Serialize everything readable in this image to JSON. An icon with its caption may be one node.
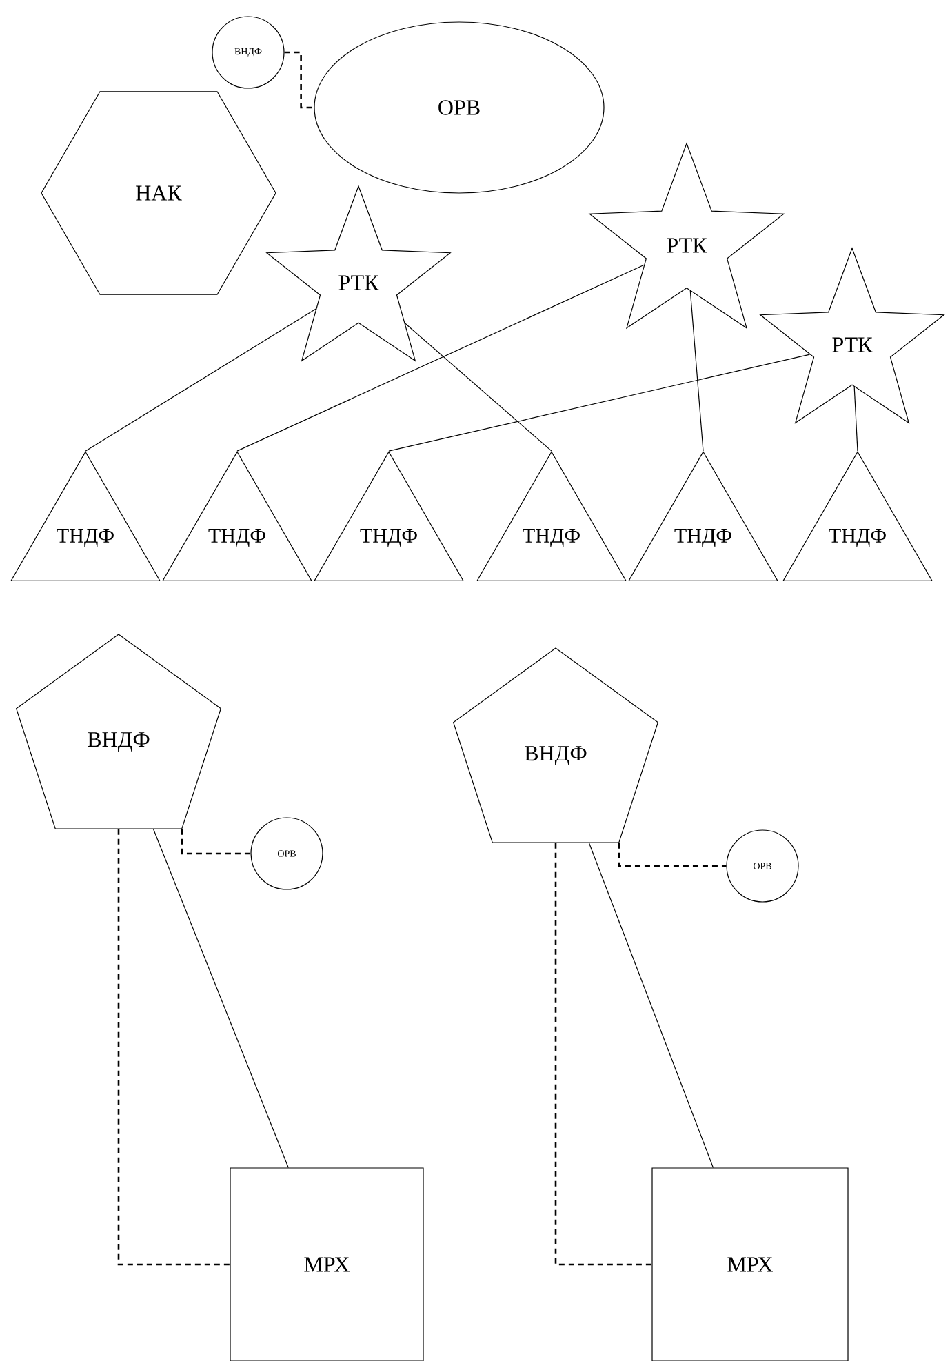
{
  "diagram": {
    "nodes": [
      {
        "text": [
          "ВНДФ"
        ]
      },
      {
        "text": [
          "ОРВ"
        ]
      },
      {
        "text": [
          "НАК"
        ]
      },
      {
        "text": [
          "РТК"
        ]
      },
      {
        "text": [
          "РТК"
        ]
      },
      {
        "text": [
          "РТК"
        ]
      },
      {
        "text": [
          "ТНДФ"
        ]
      },
      {
        "text": [
          "ТНДФ"
        ]
      },
      {
        "text": [
          "ТНДФ"
        ]
      },
      {
        "text": [
          "ТНДФ"
        ]
      },
      {
        "text": [
          "ТНДФ"
        ]
      },
      {
        "text": [
          "ТНДФ"
        ]
      },
      {
        "text": [
          "ВНДФ"
        ]
      },
      {
        "text": [
          "ОРВ"
        ]
      },
      {
        "text": [
          "МРХ"
        ]
      },
      {
        "text": [
          "ВНДФ"
        ]
      },
      {
        "text": [
          "ОРВ"
        ]
      },
      {
        "text": [
          "МРХ"
        ]
      }
    ],
    "edges": [
      {
        "from": 0,
        "to": 1,
        "arrow": "none",
        "style": "dashed"
      },
      {
        "from": 3,
        "to": 6,
        "arrow": "none"
      },
      {
        "from": 3,
        "to": 9,
        "arrow": "none"
      },
      {
        "from": 4,
        "to": 7,
        "arrow": "none"
      },
      {
        "from": 4,
        "to": 10,
        "arrow": "none"
      },
      {
        "from": 5,
        "to": 8,
        "arrow": "none"
      },
      {
        "from": 5,
        "to": 11,
        "arrow": "none"
      },
      {
        "from": 12,
        "to": 13,
        "arrow": "none",
        "style": "dashed"
      },
      {
        "from": 12,
        "to": 14,
        "arrow": "none",
        "style": "dashed"
      },
      {
        "from": 12,
        "to": 14,
        "arrow": "none"
      },
      {
        "from": 15,
        "to": 16,
        "arrow": "none",
        "style": "dashed"
      },
      {
        "from": 15,
        "to": 17,
        "arrow": "none",
        "style": "dashed"
      },
      {
        "from": 15,
        "to": 17,
        "arrow": "none"
      }
    ]
  }
}
